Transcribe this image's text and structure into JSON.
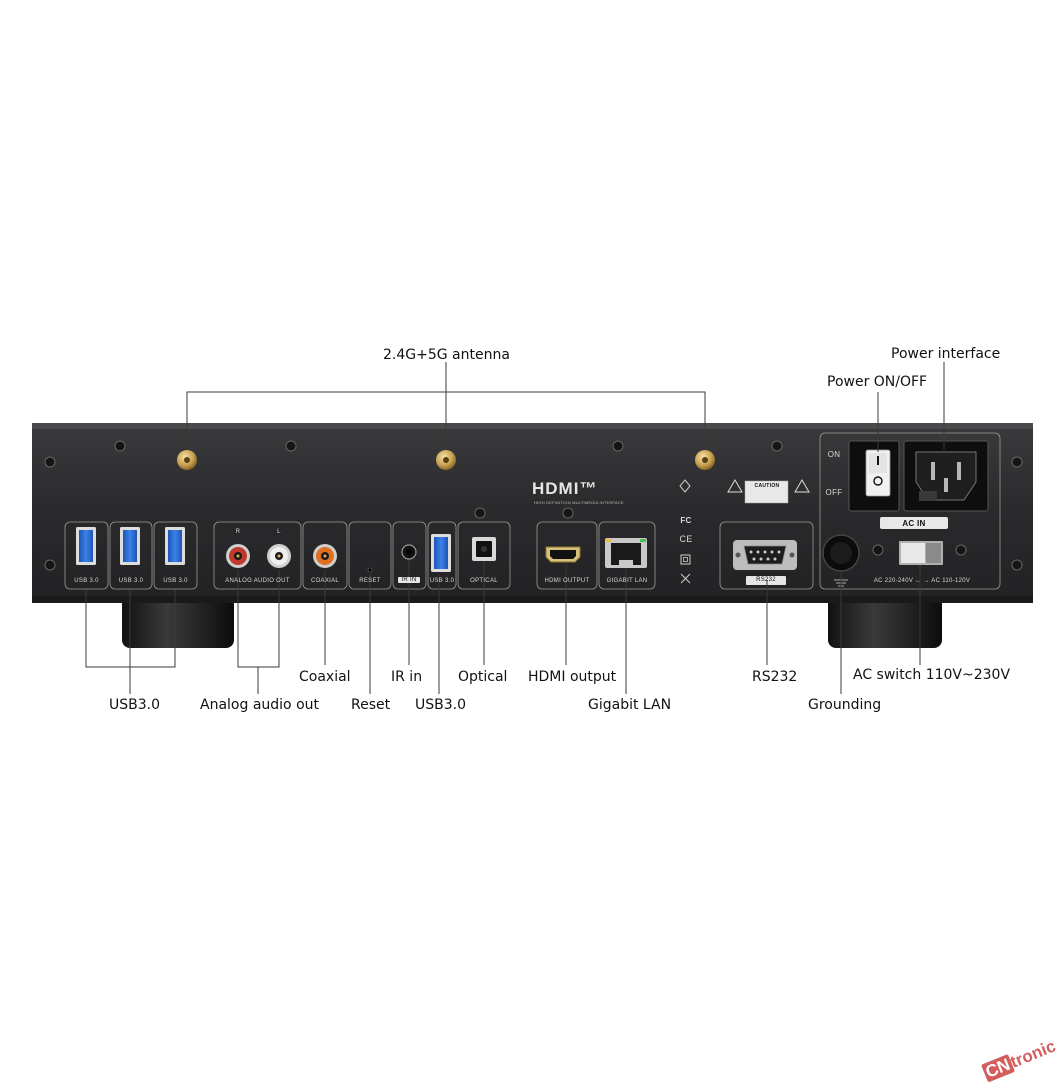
{
  "callouts": {
    "antenna": "2.4G+5G antenna",
    "power_interface": "Power interface",
    "power_switch": "Power ON/OFF",
    "usb30_left": "USB3.0",
    "analog_audio_out": "Analog audio out",
    "coaxial": "Coaxial",
    "reset": "Reset",
    "ir_in": "IR in",
    "usb30_mid": "USB3.0",
    "optical": "Optical",
    "hdmi_output": "HDMI output",
    "gigabit_lan": "Gigabit LAN",
    "rs232": "RS232",
    "grounding": "Grounding",
    "ac_switch": "AC switch 110V~230V"
  },
  "panel": {
    "usb_label": "USB 3.0",
    "audio_r": "R",
    "audio_l": "L",
    "analog_audio_out": "ANALOG AUDIO OUT",
    "coaxial": "COAXIAL",
    "reset": "RESET",
    "ir_in": "IR IN",
    "optical": "OPTICAL",
    "hdmi_output": "HDMI OUTPUT",
    "gigabit_lan": "GIGABIT LAN",
    "rs232": "RS232",
    "on": "ON",
    "off": "OFF",
    "ac_in": "AC IN",
    "ac_range": "AC 220-240V ← → AC 110-120V",
    "hdmi_logo": "HDMI™",
    "hdmi_sub": "HIGH DEFINITION MULTIMEDIA INTERFACE",
    "caution": "CAUTION",
    "fc": "FC",
    "ce": "CE"
  },
  "watermark": {
    "cn": "CN",
    "rest": "tronic"
  },
  "colors": {
    "chassis": "#2b2b2d",
    "usb_blue": "#2f6fd6",
    "rca_red": "#c0392b",
    "rca_white": "#e8e8e8",
    "rca_orange": "#e07020",
    "gold": "#c8a050",
    "watermark_red": "#c62828"
  }
}
